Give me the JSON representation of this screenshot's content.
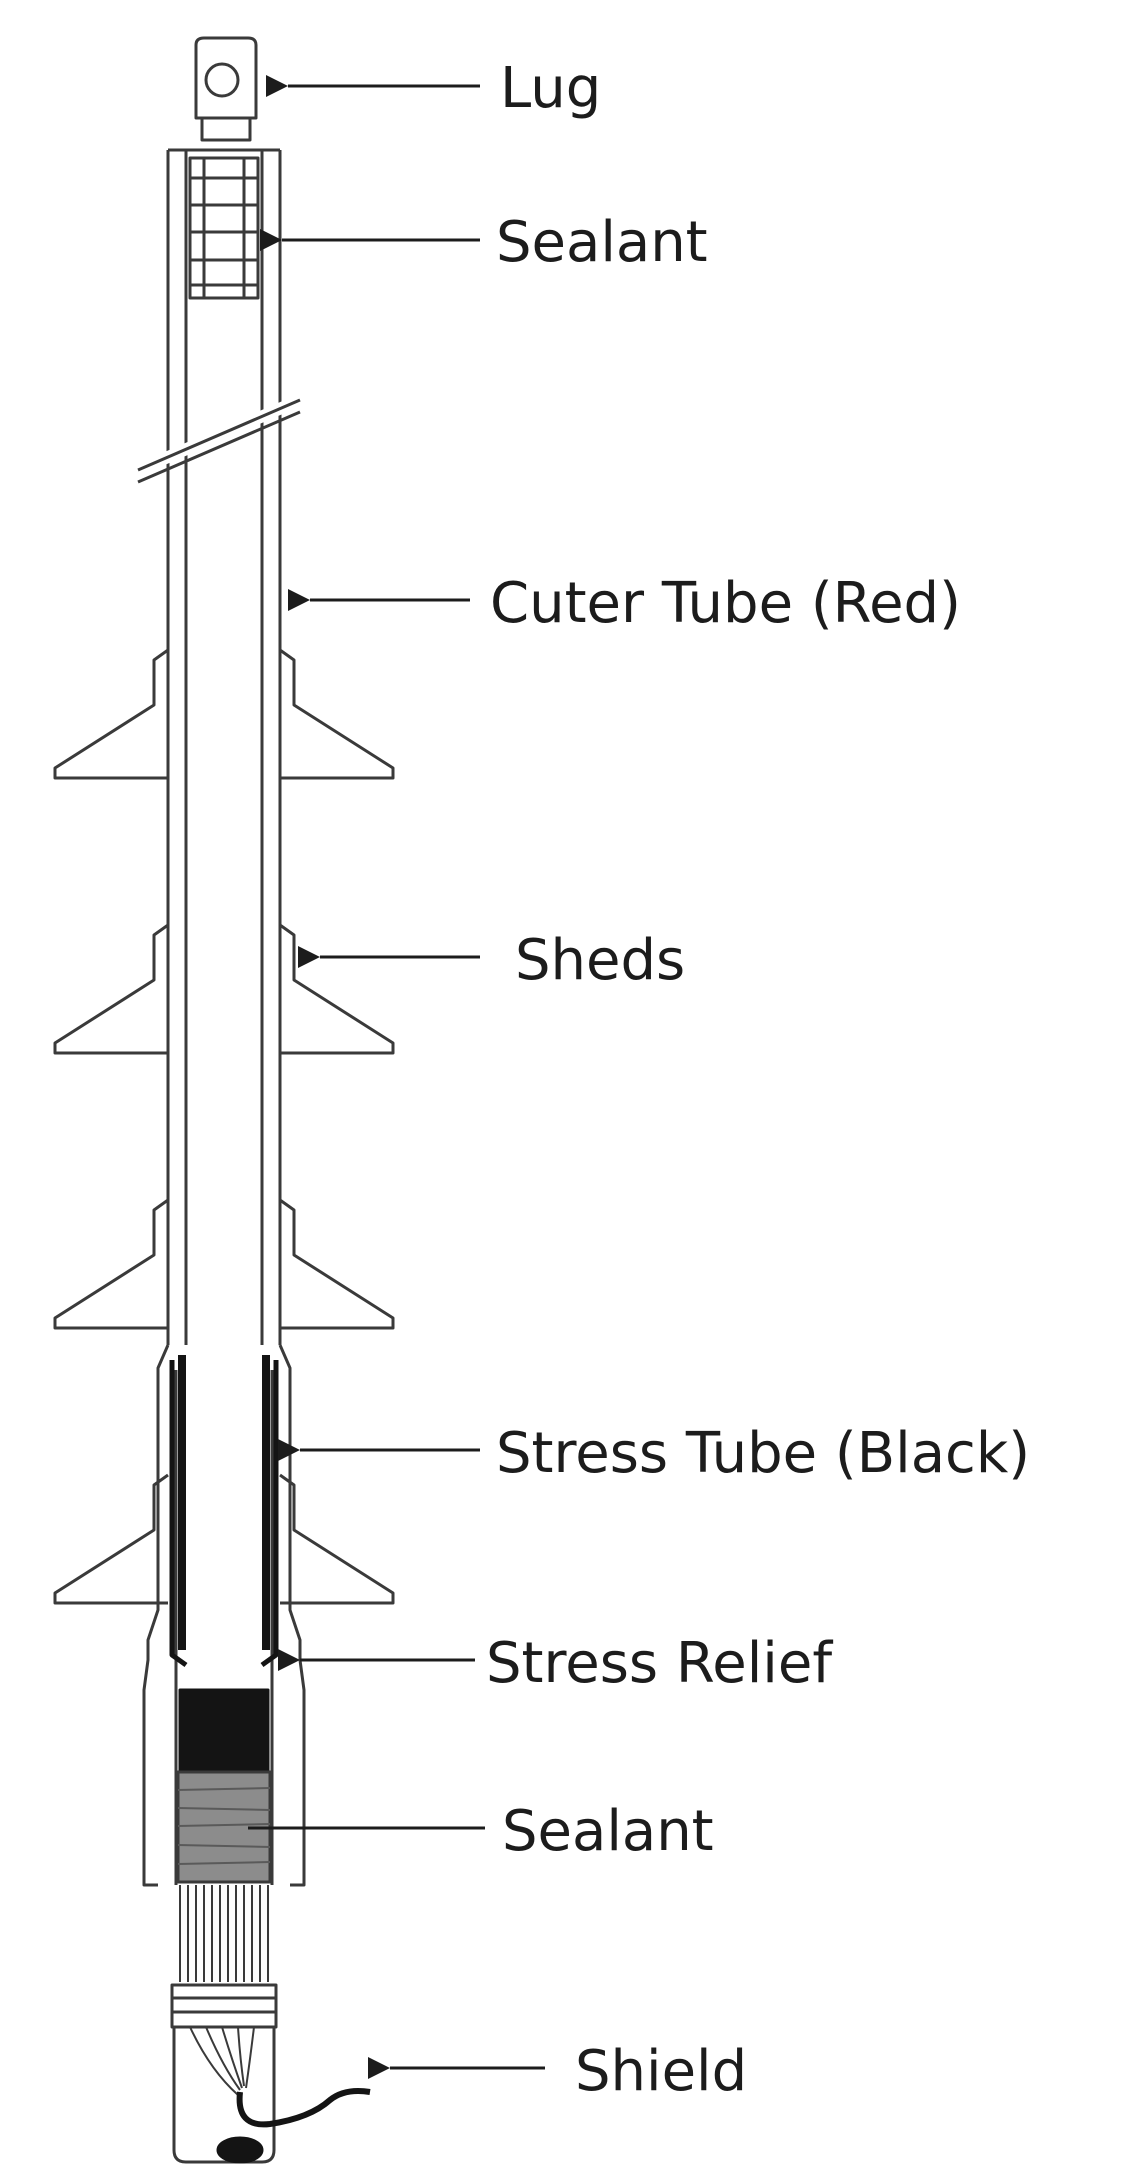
{
  "labels": {
    "lug": "Lug",
    "sealant_top": "Sealant",
    "outer_tube": "Cuter Tube (Red)",
    "sheds": "Sheds",
    "stress_tube": "Stress Tube (Black)",
    "stress_relief": "Stress Relief",
    "sealant_bottom": "Sealant",
    "shield": "Shield"
  },
  "colors": {
    "line": "#3a3a3a",
    "fill_dark": "#141414",
    "sealant_gray": "#8c8c8c",
    "background": "#ffffff"
  }
}
